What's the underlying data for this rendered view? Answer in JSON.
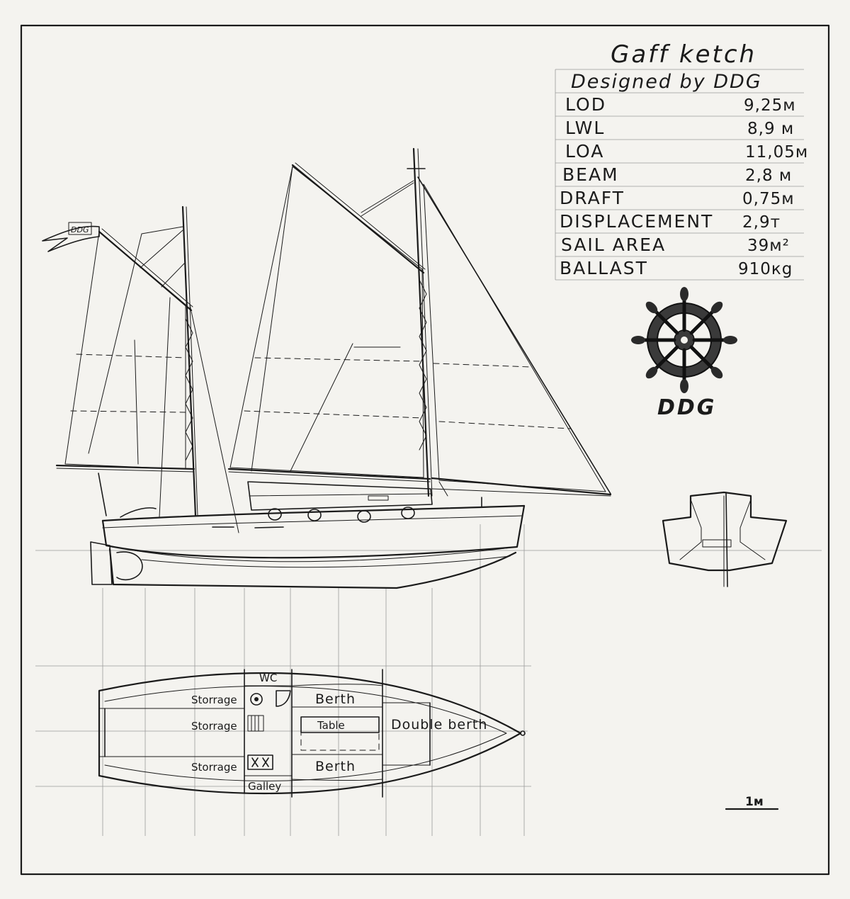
{
  "title": "Gaff ketch",
  "designer": "Designed by DDG",
  "specs": [
    {
      "label": "LOD",
      "value": "9,25м"
    },
    {
      "label": "LWL",
      "value": "8,9 м"
    },
    {
      "label": "LOA",
      "value": "11,05м"
    },
    {
      "label": "BEAM",
      "value": "2,8 м"
    },
    {
      "label": "DRAFT",
      "value": "0,75м"
    },
    {
      "label": "DISPLACEMENT",
      "value": "2,9т"
    },
    {
      "label": "SAIL AREA",
      "value": "39м²"
    },
    {
      "label": "BALLAST",
      "value": "910кg"
    }
  ],
  "logo": {
    "text": "DDG"
  },
  "flag": {
    "text": "DDG"
  },
  "plan": {
    "wc": "WC",
    "storage_1": "Storrage",
    "storage_2": "Storrage",
    "storage_3": "Storrage",
    "berth_top": "Berth",
    "table": "Table",
    "double_berth": "Double berth",
    "berth_bottom": "Berth",
    "galley": "Galley"
  },
  "scale": {
    "label": "1м"
  }
}
